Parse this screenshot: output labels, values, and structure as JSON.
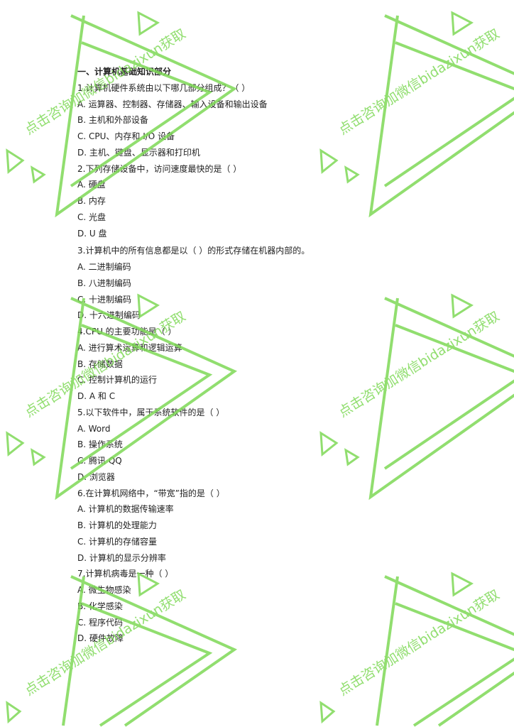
{
  "watermark": {
    "text": "点击咨询加微信bidazixun获取",
    "color": "#7ed957"
  },
  "section_title": "一、计算机基础知识部分",
  "questions": [
    {
      "q": "1.计算机硬件系统由以下哪几部分组成？（  ）",
      "options": [
        "A.  运算器、控制器、存储器、输入设备和输出设备",
        "B.  主机和外部设备",
        "C. CPU、内存和 I/O 设备",
        "D.  主机、键盘、显示器和打印机"
      ]
    },
    {
      "q": "2.下列存储设备中，访问速度最快的是（  ）",
      "options": [
        "A.  硬盘",
        "B.  内存",
        "C.  光盘",
        "D. U 盘"
      ]
    },
    {
      "q": "3.计算机中的所有信息都是以（  ）的形式存储在机器内部的。",
      "options": [
        "A.  二进制编码",
        "B.  八进制编码",
        "C.  十进制编码",
        "D.  十六进制编码"
      ]
    },
    {
      "q": "4.CPU 的主要功能是（  ）",
      "options": [
        "A.  进行算术运算和逻辑运算",
        "B.  存储数据",
        "C.  控制计算机的运行",
        "D. A 和 C"
      ]
    },
    {
      "q": "5.以下软件中，属于系统软件的是（  ）",
      "options": [
        "A. Word",
        "B.  操作系统",
        "C.  腾讯 QQ",
        "D.  浏览器"
      ]
    },
    {
      "q": "6.在计算机网络中，“带宽”指的是（  ）",
      "options": [
        "A.  计算机的数据传输速率",
        "B.  计算机的处理能力",
        "C.  计算机的存储容量",
        "D.  计算机的显示分辨率"
      ]
    },
    {
      "q": "7.计算机病毒是一种（  ）",
      "options": [
        "A.  微生物感染",
        "B.  化学感染",
        "C.  程序代码",
        "D.  硬件故障"
      ]
    }
  ]
}
